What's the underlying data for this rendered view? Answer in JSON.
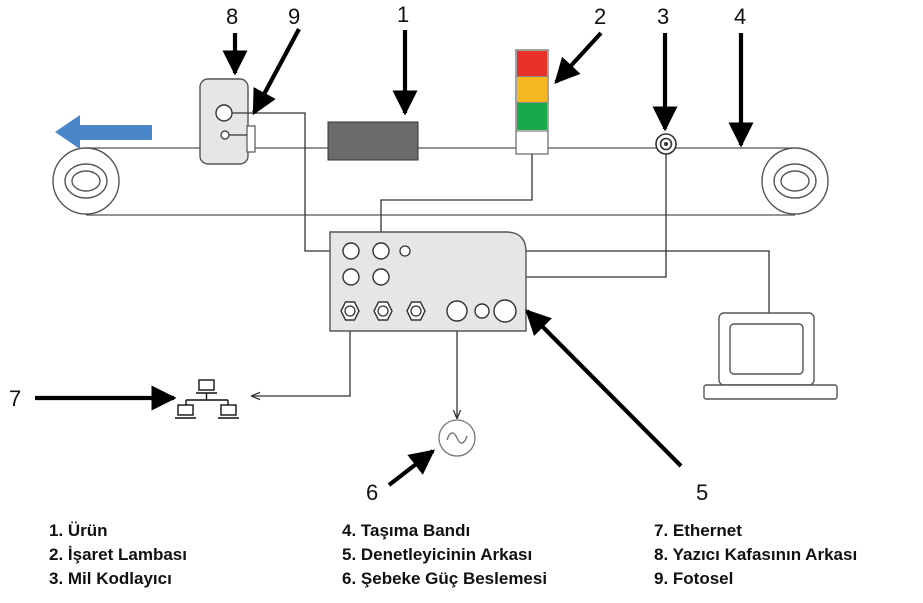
{
  "callouts": [
    "8",
    "9",
    "1",
    "2",
    "3",
    "4",
    "7",
    "6",
    "5"
  ],
  "legend": {
    "col1": [
      "1. Ürün",
      "2. İşaret Lambası",
      "3. Mil Kodlayıcı"
    ],
    "col2": [
      "4. Taşıma Bandı",
      "5. Denetleyicinin Arkası",
      "6. Şebeke Güç Beslemesi"
    ],
    "col3": [
      "7. Ethernet",
      "8. Yazıcı Kafasının Arkası",
      "9. Fotosel"
    ]
  },
  "colors": {
    "direction_arrow": "#4a86c8",
    "product": "#6b6b6b",
    "lamp_red": "#e8312a",
    "lamp_amber": "#f5b822",
    "lamp_green": "#18a84a",
    "device_fill": "#e6e6e6",
    "outline": "#4a4a4a"
  },
  "icons": [
    "flow-direction-arrow",
    "ethernet-network-icon",
    "ac-power-icon",
    "laptop-icon",
    "encoder-icon"
  ]
}
